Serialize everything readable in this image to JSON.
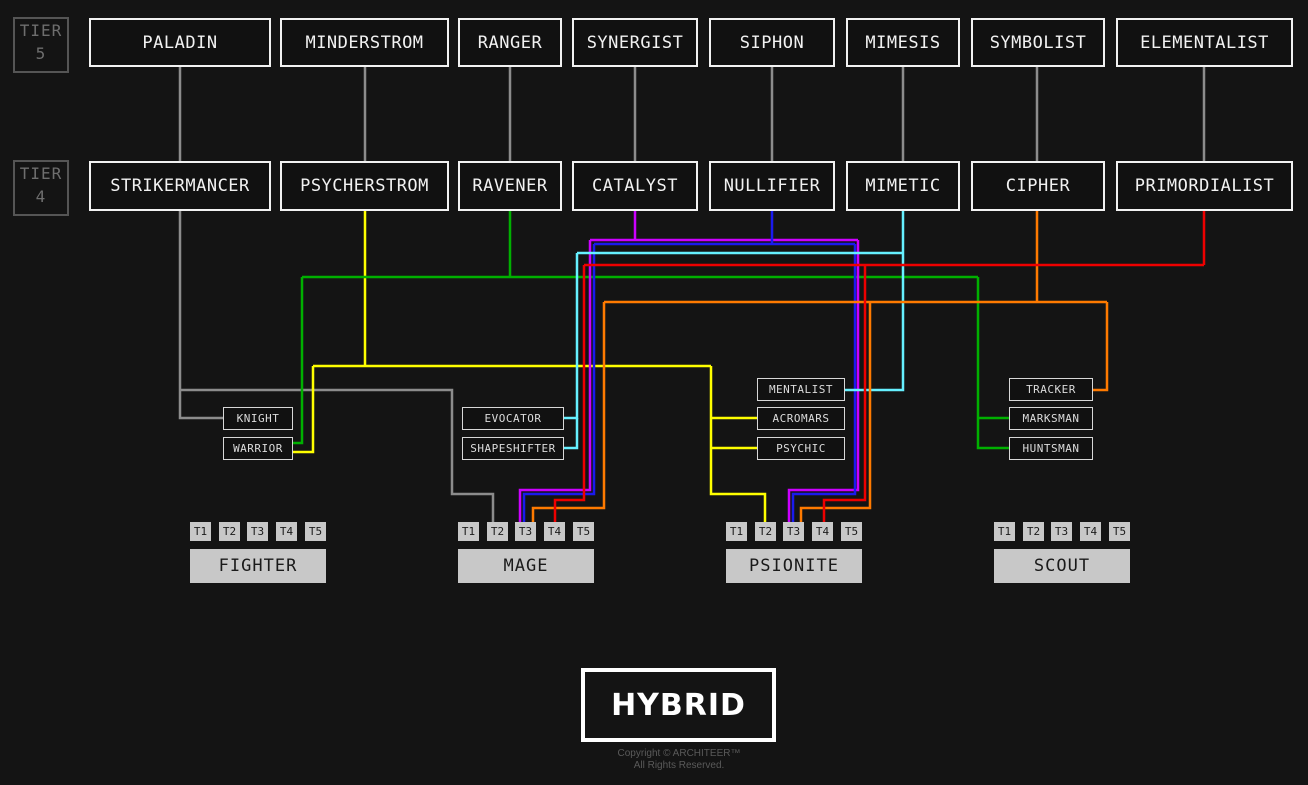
{
  "tier_labels": {
    "tier5": {
      "word": "TIER",
      "num": "5"
    },
    "tier4": {
      "word": "TIER",
      "num": "4"
    }
  },
  "tier5": [
    "PALADIN",
    "MINDERSTROM",
    "RANGER",
    "SYNERGIST",
    "SIPHON",
    "MIMESIS",
    "SYMBOLIST",
    "ELEMENTALIST"
  ],
  "tier4": [
    "STRIKERMANCER",
    "PSYCHERSTROM",
    "RAVENER",
    "CATALYST",
    "NULLIFIER",
    "MIMETIC",
    "CIPHER",
    "PRIMORDIALIST"
  ],
  "tier3": {
    "fighter": [
      "KNIGHT",
      "WARRIOR"
    ],
    "mage": [
      "EVOCATOR",
      "SHAPESHIFTER"
    ],
    "psionite": [
      "MENTALIST",
      "ACROMARS",
      "PSYCHIC"
    ],
    "scout": [
      "TRACKER",
      "MARKSMAN",
      "HUNTSMAN"
    ]
  },
  "tier_chips": [
    "T1",
    "T2",
    "T3",
    "T4",
    "T5"
  ],
  "base_classes": [
    "FIGHTER",
    "MAGE",
    "PSIONITE",
    "SCOUT"
  ],
  "hybrid_label": "HYBRID",
  "copyright": {
    "line1": "Copyright © ARCHITEER™",
    "line2": "All Rights Reserved."
  },
  "colors": {
    "grey": "#8c8c8c",
    "yellow": "#ffff00",
    "green": "#00b000",
    "magenta": "#cc00ff",
    "blue": "#1a1aee",
    "cyan": "#66f0ff",
    "orange": "#ff7a00",
    "red": "#ee0000"
  }
}
